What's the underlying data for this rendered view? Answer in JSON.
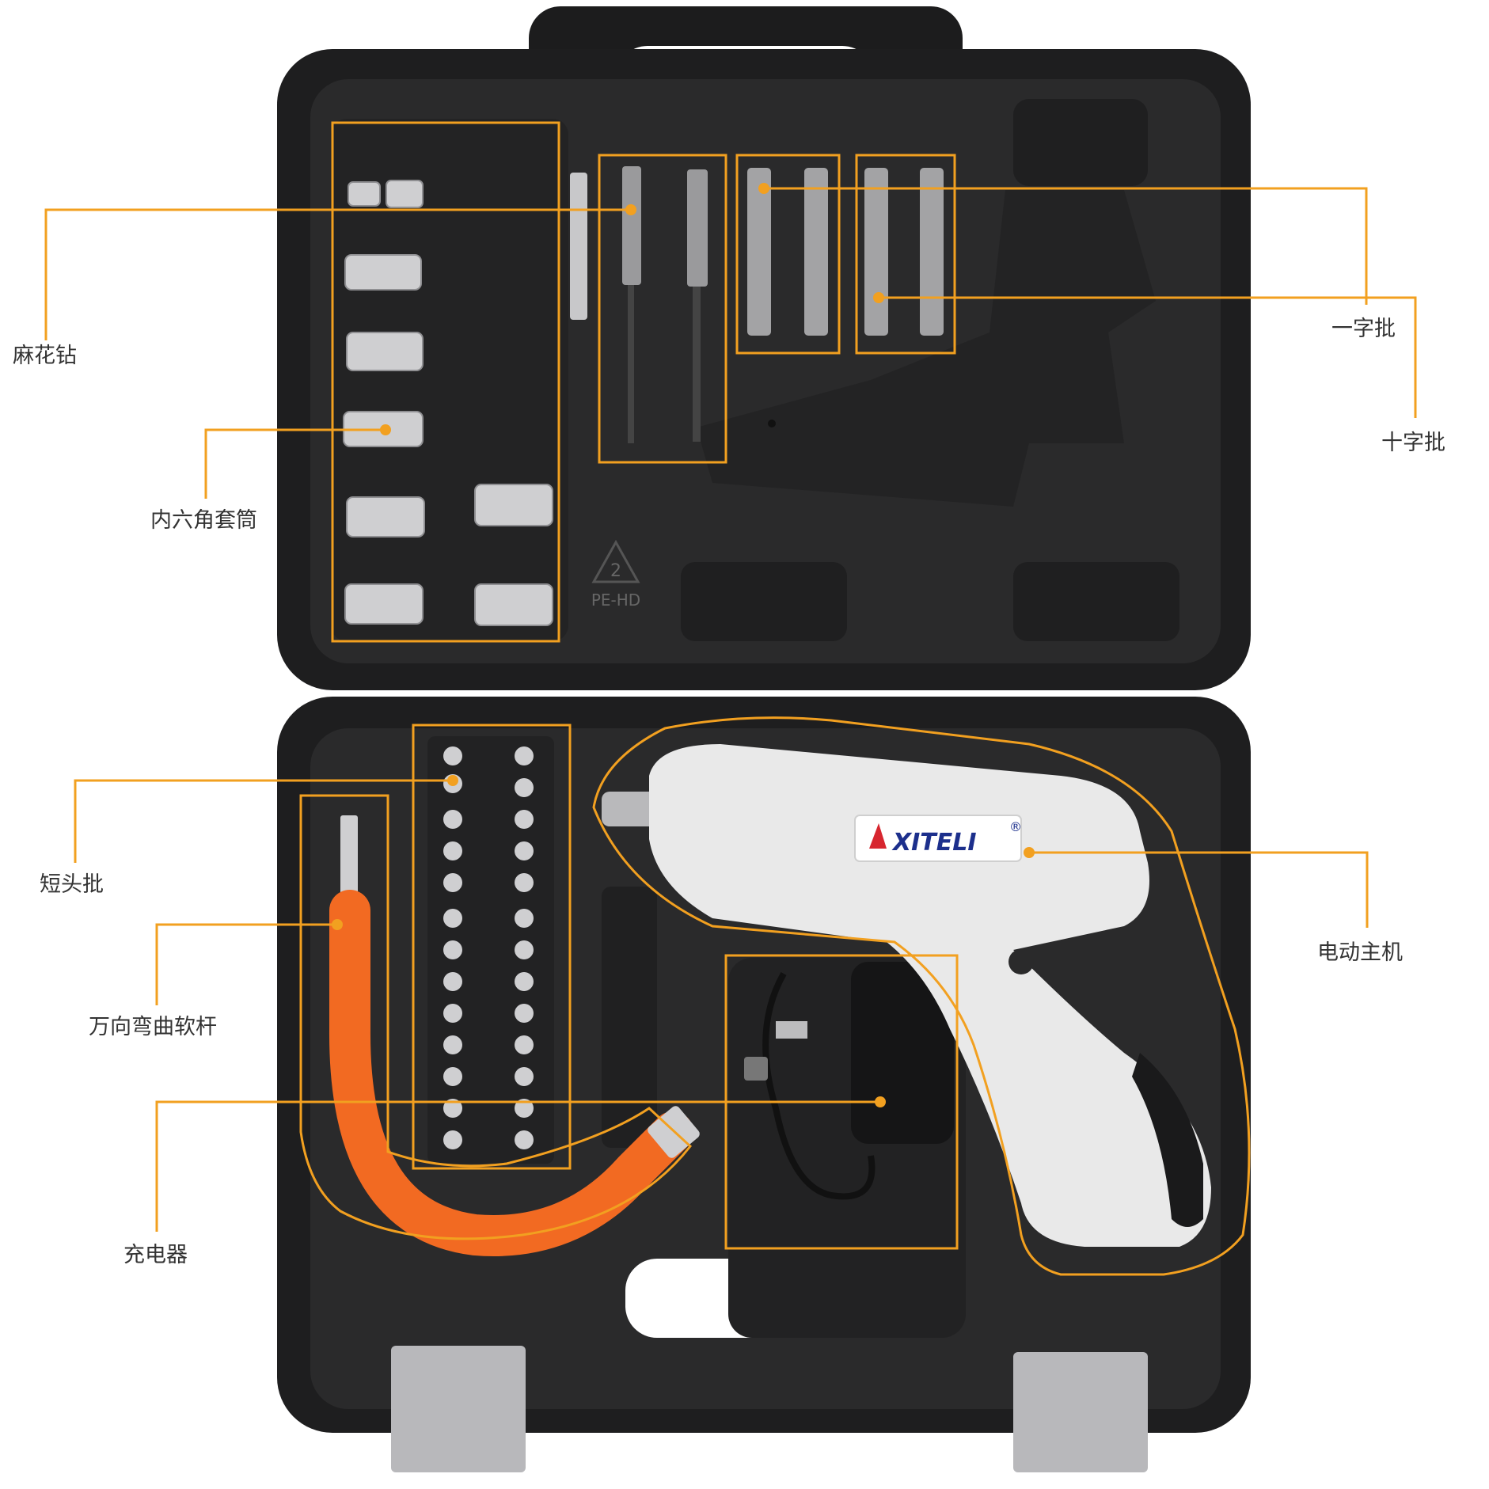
{
  "colors": {
    "accent": "#f2a020",
    "case": "#1f1f20",
    "tray": "#2b2b2c",
    "flex_shaft": "#f26a22",
    "drill_body": "#e9e9e9",
    "label_text": "#333333"
  },
  "labels": {
    "twist_drill": "麻花钻",
    "hex_socket": "内六角套筒",
    "short_bits": "短头批",
    "flex_shaft": "万向弯曲软杆",
    "charger": "充电器",
    "slotted_bit": "一字批",
    "phillips_bit": "十字批",
    "drill_main": "电动主机"
  },
  "brand": {
    "logo_text": "XITELI",
    "registered": "®",
    "recycle_number": "2",
    "recycle_material": "PE-HD"
  }
}
